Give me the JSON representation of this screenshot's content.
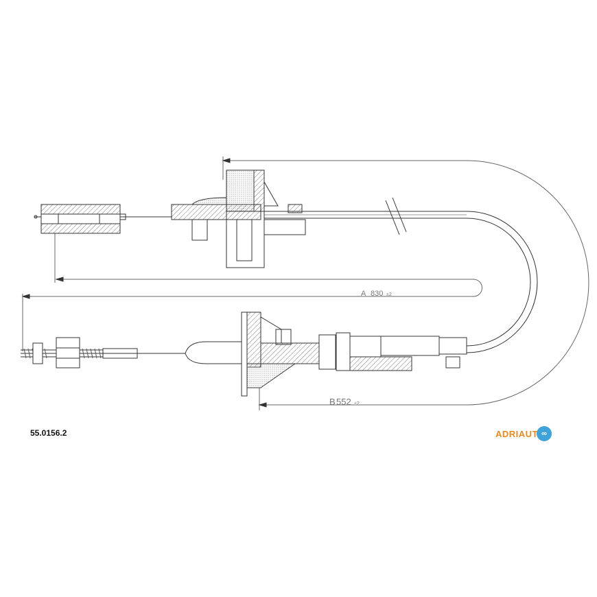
{
  "drawing": {
    "part_number": "55.0156.2",
    "dimension_a": {
      "label": "A",
      "value": "830",
      "tolerance": "±2"
    },
    "dimension_b": {
      "label": "B",
      "value": "552",
      "tolerance": "±2"
    }
  },
  "brand": {
    "name": "ADRIAUT",
    "mark": "∞",
    "text_color": "#e8891c",
    "mark_color": "#3fa2d9"
  }
}
